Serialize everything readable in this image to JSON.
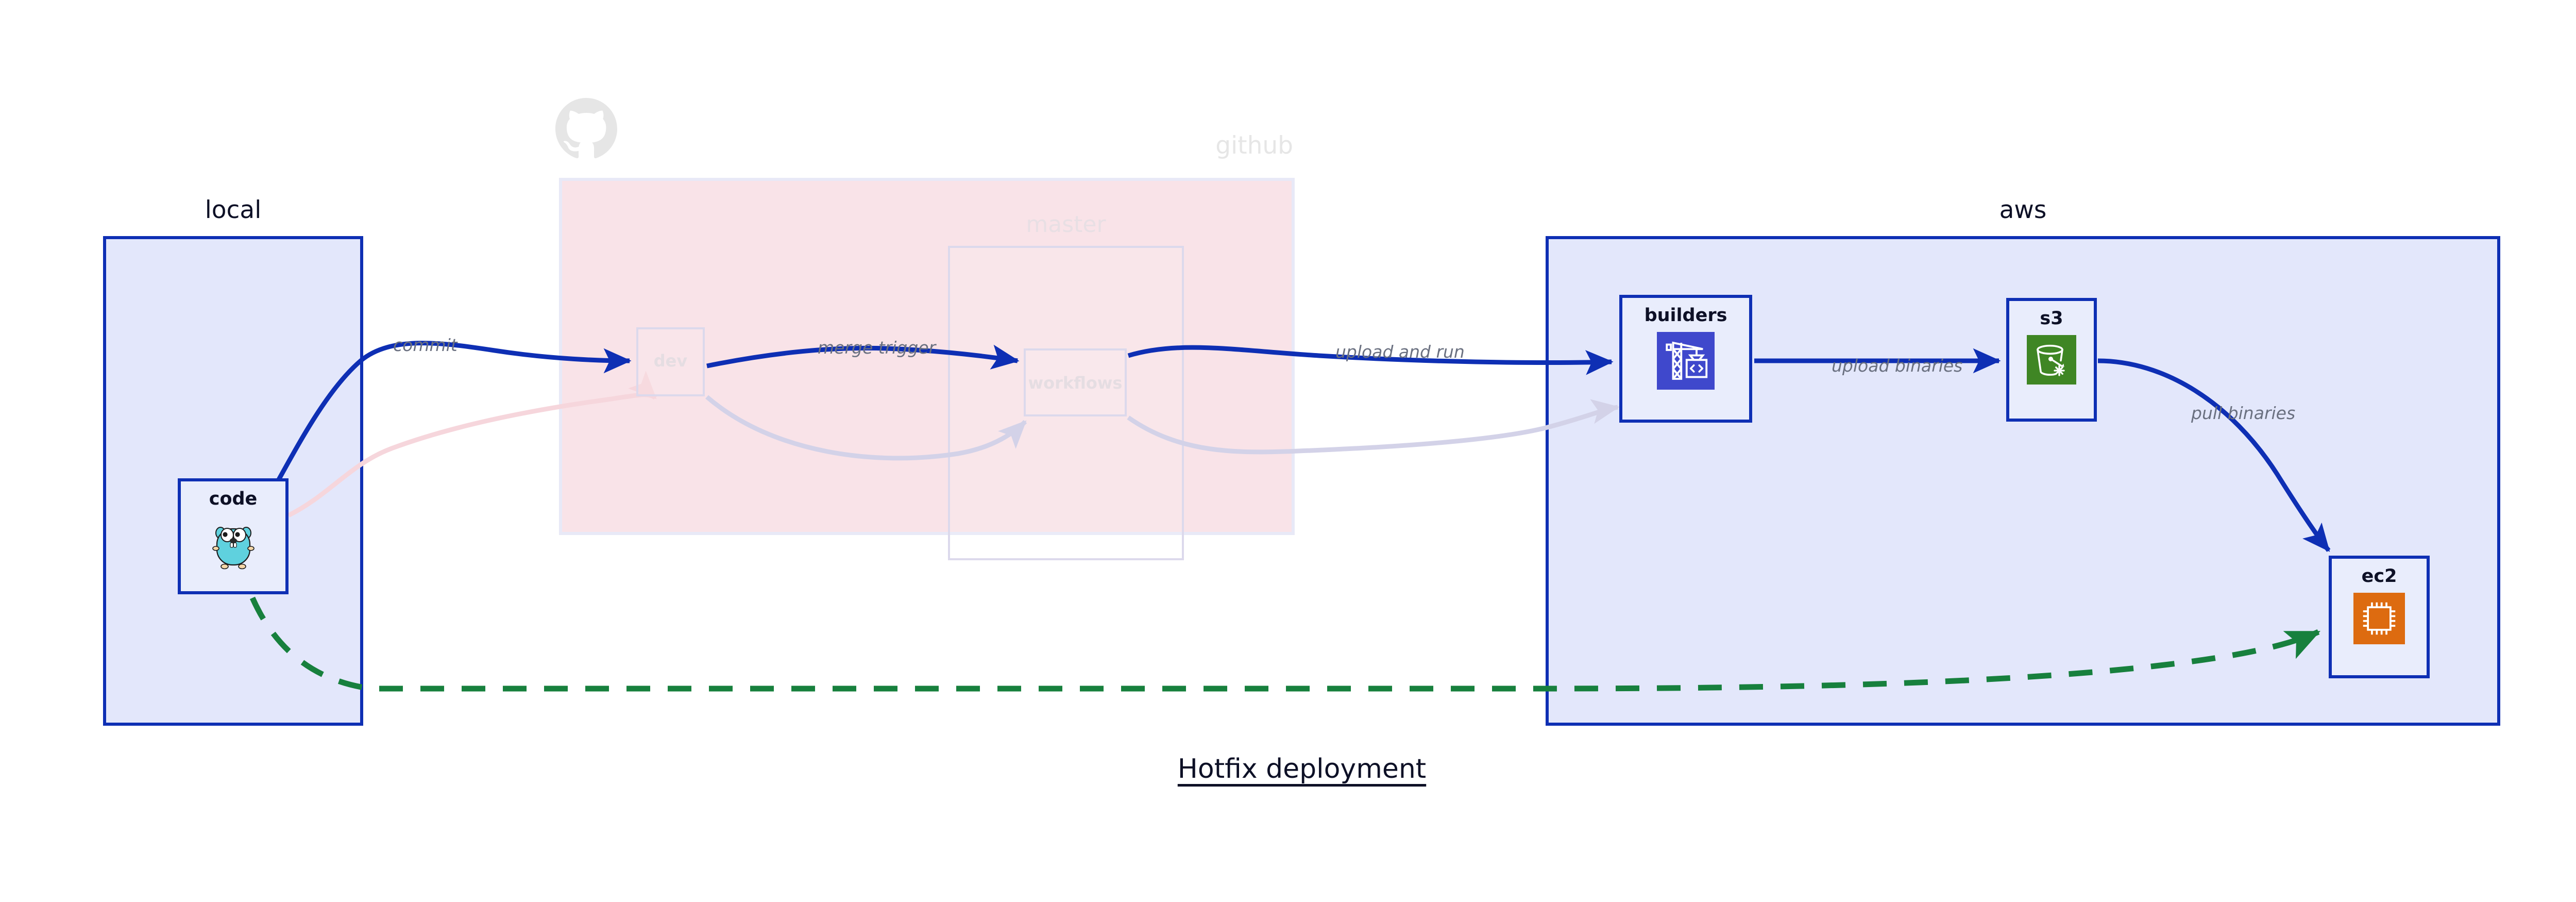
{
  "title": "Hotfix deployment",
  "groups": [
    {
      "id": "local",
      "label": "local"
    },
    {
      "id": "github",
      "label": "github"
    },
    {
      "id": "master",
      "label": "master"
    },
    {
      "id": "aws",
      "label": "aws"
    }
  ],
  "nodes": [
    {
      "id": "code",
      "label": "code",
      "icon": "go-gopher-icon",
      "group": "local",
      "state": "active"
    },
    {
      "id": "dev",
      "label": "dev",
      "icon": "none",
      "group": "github",
      "state": "faded"
    },
    {
      "id": "workflows",
      "label": "workflows",
      "icon": "none",
      "group": "master",
      "state": "faded"
    },
    {
      "id": "builders",
      "label": "builders",
      "icon": "aws-codebuild-icon",
      "group": "aws",
      "state": "active"
    },
    {
      "id": "s3",
      "label": "s3",
      "icon": "aws-s3-bucket-icon",
      "group": "aws",
      "state": "active"
    },
    {
      "id": "ec2",
      "label": "ec2",
      "icon": "aws-ec2-chip-icon",
      "group": "aws",
      "state": "active"
    }
  ],
  "edges": [
    {
      "id": "e1",
      "from": "code",
      "to": "dev",
      "label": "commit",
      "style": "solid",
      "color": "#0e2fb4"
    },
    {
      "id": "e2",
      "from": "dev",
      "to": "workflows",
      "label": "merge trigger",
      "style": "solid",
      "color": "#0e2fb4"
    },
    {
      "id": "e3",
      "from": "workflows",
      "to": "builders",
      "label": "upload and run",
      "style": "solid",
      "color": "#0e2fb4"
    },
    {
      "id": "e4",
      "from": "builders",
      "to": "s3",
      "label": "upload binaries",
      "style": "solid",
      "color": "#0e2fb4"
    },
    {
      "id": "e5",
      "from": "s3",
      "to": "ec2",
      "label": "pull binaries",
      "style": "solid",
      "color": "#0e2fb4"
    },
    {
      "id": "e6",
      "from": "code",
      "to": "ec2",
      "label": "",
      "style": "dashed",
      "color": "#17803d"
    }
  ],
  "edge_labels": {
    "commit": "commit",
    "merge_trigger": "merge trigger",
    "upload_and_run": "upload and run",
    "upload_binaries": "upload binaries",
    "pull_binaries": "pull binaries"
  },
  "colors": {
    "group_fill_blue": "#e3e7fb",
    "group_border_blue": "#0e2fb4",
    "group_fill_pink": "#f9e3e8",
    "node_fill": "#e9edfc",
    "edge_blue": "#0e2fb4",
    "edge_green": "#17803d",
    "label_gray": "#6a7080",
    "faded_gray": "#e5dde2",
    "codebuild_indigo": "#3f48cc",
    "s3_green": "#3f8624",
    "ec2_orange": "#dd6b10",
    "gopher_cyan": "#5fd1de",
    "github_logo_gray": "#e6e6e6"
  },
  "branding": {
    "github_logo": "octocat-icon"
  }
}
